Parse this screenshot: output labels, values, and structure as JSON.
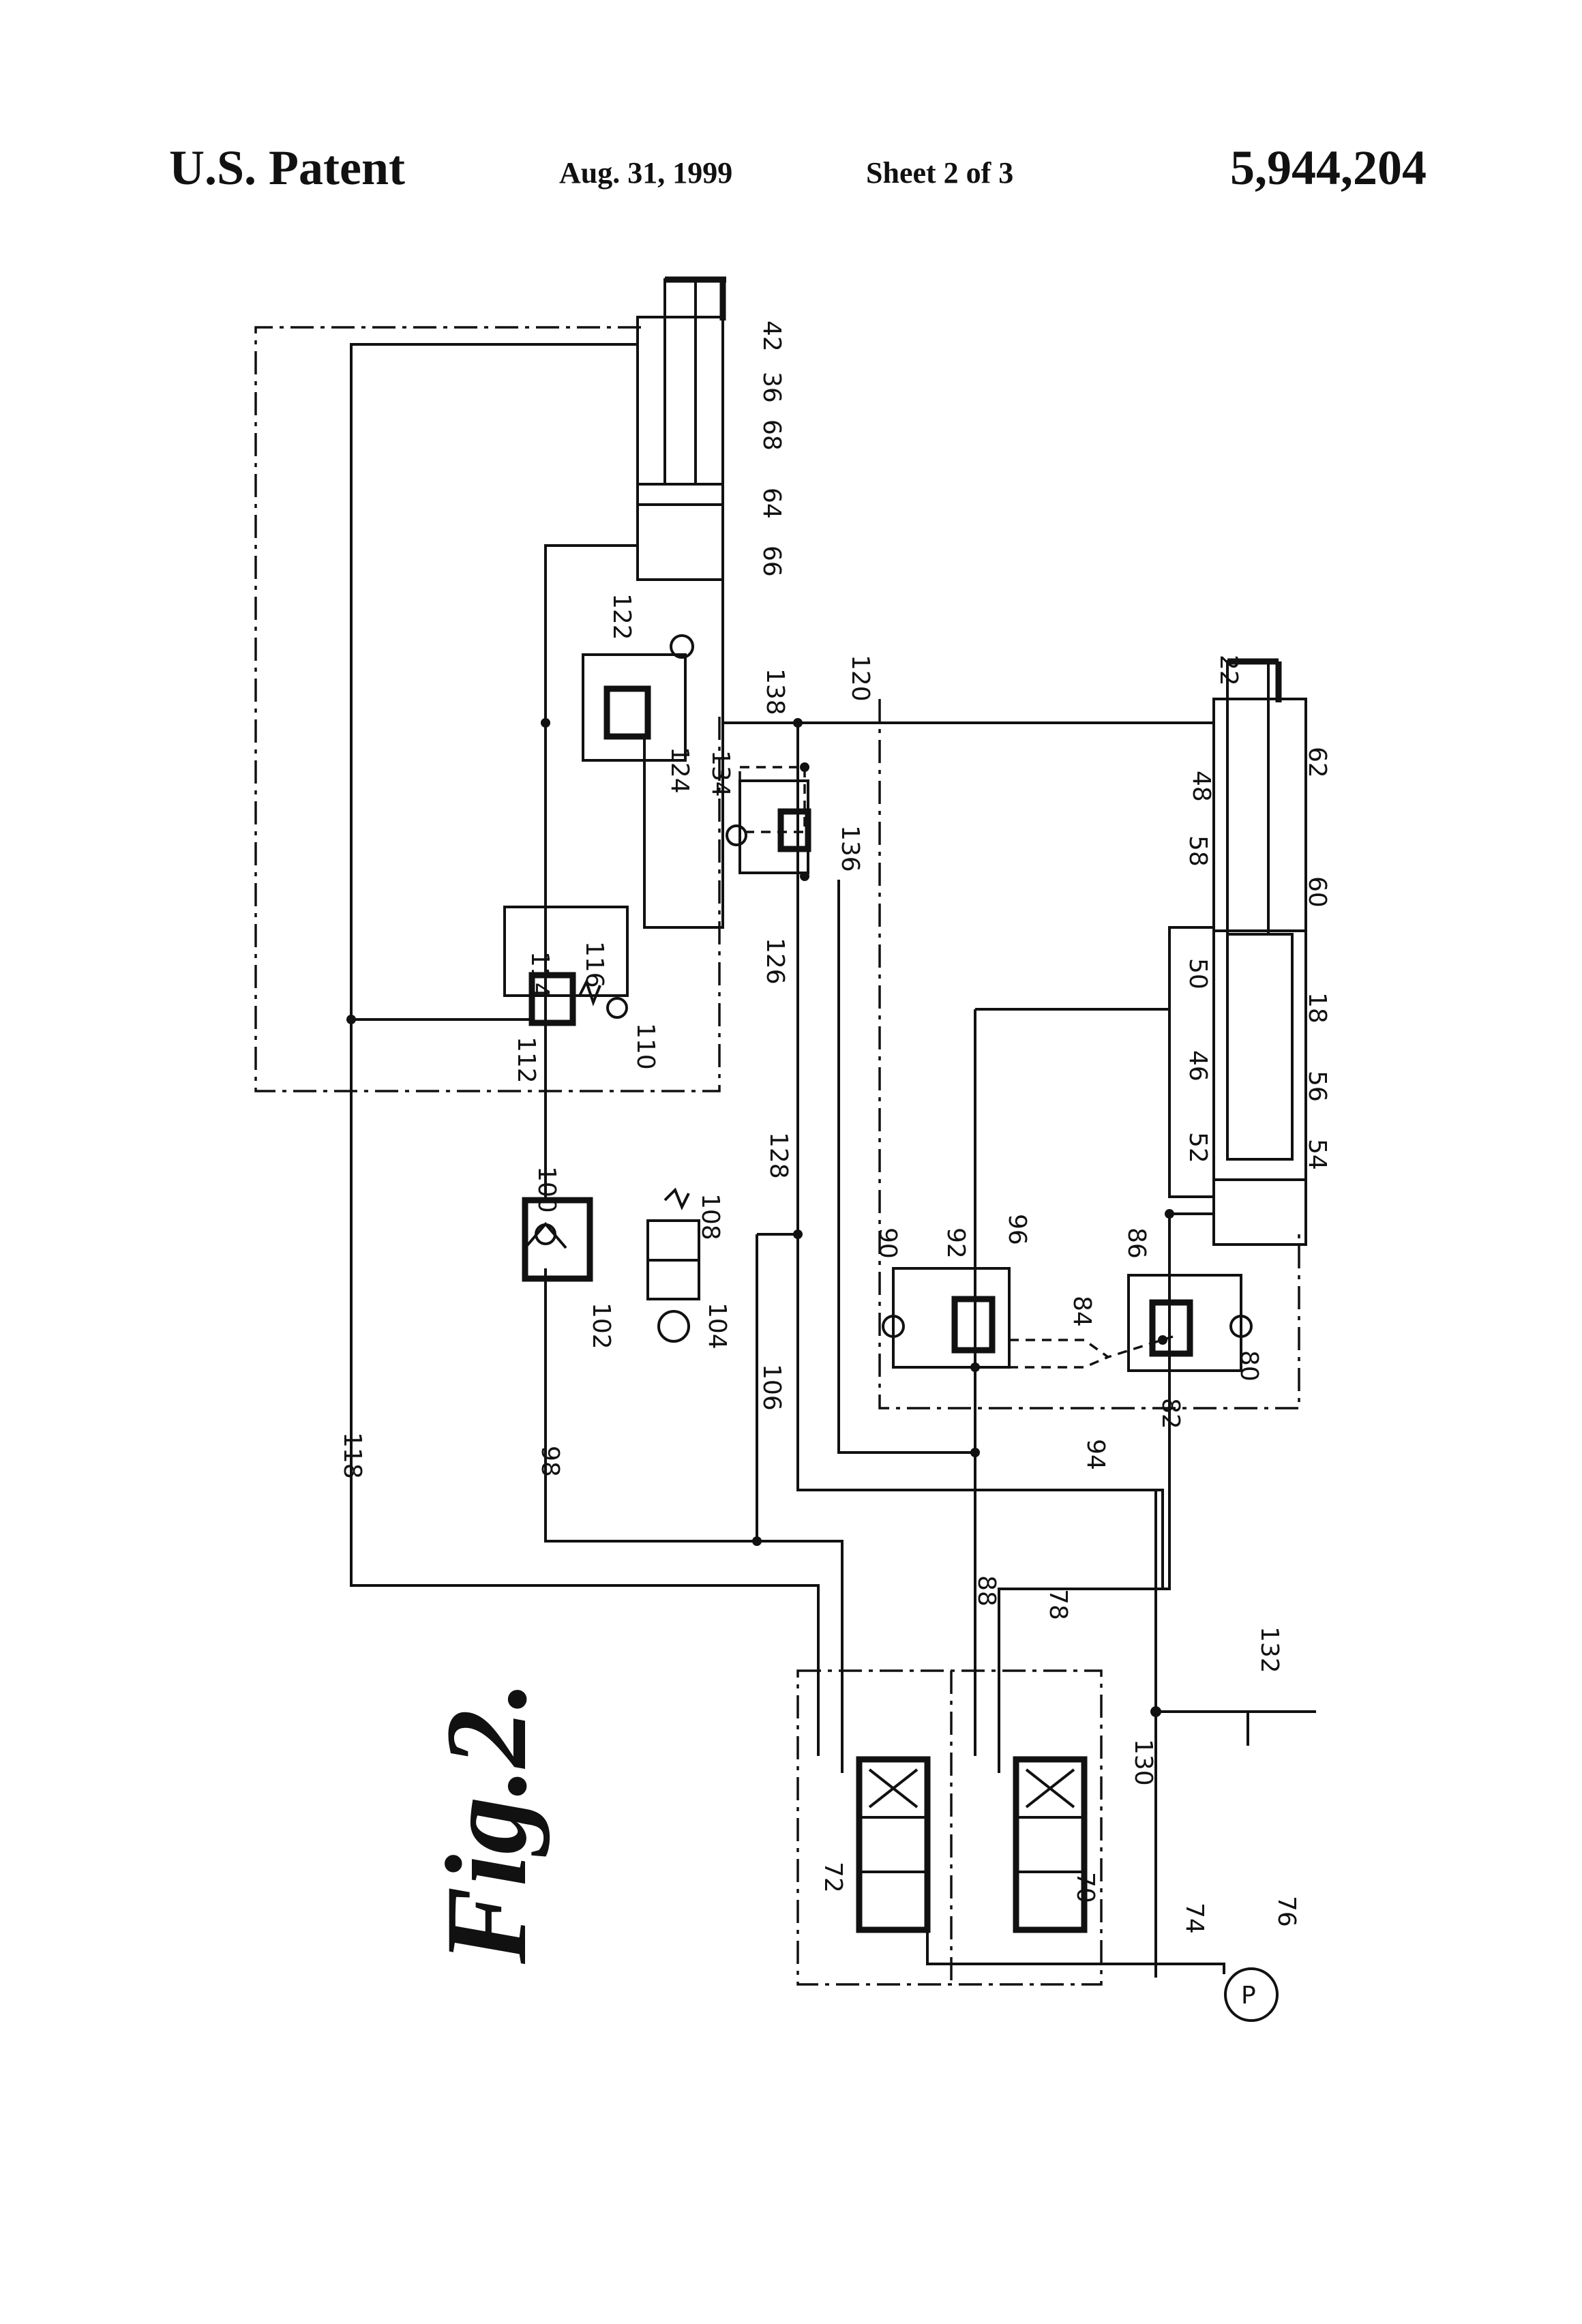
{
  "header": {
    "left": "U.S. Patent",
    "date": "Aug. 31, 1999",
    "sheet": "Sheet 2 of 3",
    "number": "5,944,204"
  },
  "figure": {
    "label": "Fig.2.",
    "pump_symbol": "P"
  },
  "refs": {
    "r18": "18",
    "r22": "22",
    "r36": "36",
    "r42": "42",
    "r46": "46",
    "r48": "48",
    "r50": "50",
    "r52": "52",
    "r54": "54",
    "r56": "56",
    "r58": "58",
    "r60": "60",
    "r62": "62",
    "r64": "64",
    "r66": "66",
    "r68": "68",
    "r70": "70",
    "r72": "72",
    "r74": "74",
    "r76": "76",
    "r78": "78",
    "r80": "80",
    "r82": "82",
    "r84": "84",
    "r86": "86",
    "r88": "88",
    "r90": "90",
    "r92": "92",
    "r94": "94",
    "r96": "96",
    "r98": "98",
    "r100": "100",
    "r102": "102",
    "r104": "104",
    "r106": "106",
    "r108": "108",
    "r110": "110",
    "r112": "112",
    "r114": "114",
    "r116": "116",
    "r118": "118",
    "r120": "120",
    "r122": "122",
    "r124": "124",
    "r126": "126",
    "r128": "128",
    "r130": "130",
    "r132": "132",
    "r134": "134",
    "r136": "136",
    "r138": "138"
  }
}
